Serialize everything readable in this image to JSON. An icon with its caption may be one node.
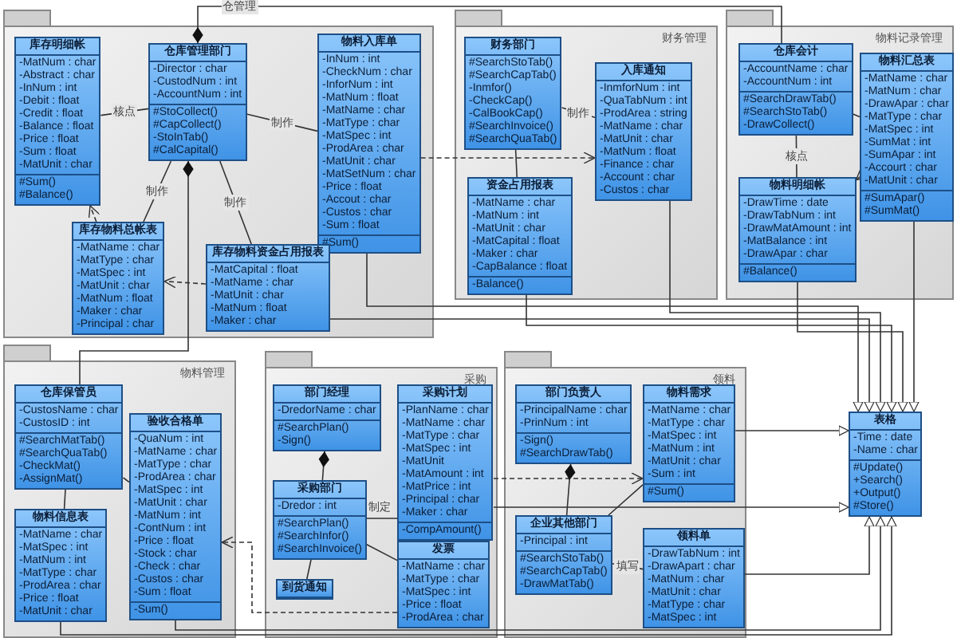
{
  "diagram": {
    "nodes": [
      {
        "text": [],
        "shape": "box"
      },
      {
        "text": [
          "库存明细帐",
          "-MatNum : char -Abstract : char -InNum : int -Debit : float -Credit : float -Balance : float -Price : float -Sum : float -MatUnit : char",
          "#Sum() #Balance()"
        ],
        "in": 0
      },
      {
        "text": [
          "仓库管理部门",
          "-Director : char -CustodNum : int -AccountNum : int",
          "#StoCollect() #CapCollect() -StoInTab() #CalCapital()"
        ],
        "in": 0
      },
      {
        "text": [
          "物料入库单",
          "-InNum : int -CheckNum : char -InforNum : int -MatNum : float -MatName : char -MatType : char -MatSpec : int -ProdArea : char -MatUnit : char -MatSetNum : char -Price : float -Accout : char -Custos : char -Sum : float",
          "#Sum()"
        ],
        "in": 0
      },
      {
        "text": [
          "库存物料总帐表",
          "-MatName : char -MatType : char -MatSpec : int -MatUnit : char -MatNum : float -Maker : char -Principal : char"
        ],
        "in": 0
      },
      {
        "text": [
          "库存物料资金占用报表",
          "-MatCapital : float -MatName : char -MatUnit : char -MatNum : float -Maker : char"
        ],
        "in": 0
      },
      {
        "text": [
          "财务管理"
        ]
      },
      {
        "text": [
          "财务部门",
          "#SearchStoTab() #SearchCapTab() -Inmfor() -CheckCap() -CalBookCap() #SearchInvoice() #SearchQuaTab()"
        ],
        "in": 6
      },
      {
        "text": [
          "入库通知",
          "-InmforNum : int -QuaTabNum : int -ProdArea : string -MatName : char -MatUnit : char -MatNum : float -Finance : char -Account : char -Custos : char"
        ],
        "in": 6
      },
      {
        "text": [
          "资金占用报表",
          "-MatName : char -MatNum : int -MatUnit : char -MatCapital : float -Maker : char -CapBalance : float",
          "-Balance()"
        ],
        "in": 6
      },
      {
        "text": [
          "物料记录管理"
        ]
      },
      {
        "text": [
          "仓库会计",
          "-AccountName : char -AccountNum : int",
          "#SearchDrawTab() #SearchStoTab() -DrawCollect()"
        ],
        "in": 10
      },
      {
        "text": [
          "物料汇总表",
          "-MatName : char -MatNum : char -DrawApar : char -MatType : char -MatSpec : int -SumMat : int -SumApar : int -Accourt : char -MatUnit : char",
          "#SumApar() #SumMat()"
        ],
        "in": 10
      },
      {
        "text": [
          "物料明细帐",
          "-DrawTime : date -DrawTabNum : int -DrawMatAmount : int -MatBalance : int -DrawApar : char",
          "#Balance()"
        ],
        "in": 10
      },
      {
        "text": [
          "物料管理"
        ]
      },
      {
        "text": [
          "仓库保管员",
          "-CustosName : char -CustosID : int",
          "#SearchMatTab() #SearchQuaTab() -CheckMat() -AssignMat()"
        ],
        "in": 14
      },
      {
        "text": [
          "验收合格单",
          "-QuaNum : int -MatName : char -MatType : char -ProdArea : char -MatSpec : int -MatUnit : char -MatNum : int -ContNum : int -Price : float -Stock : char -Check : char -Custos : char -Sum : float",
          "-Sum()"
        ],
        "in": 14
      },
      {
        "text": [
          "物料信息表",
          "-MatName : char -MatSpec : int -MatNum : int -MatType : char -ProdArea : char -Price : float -MatUnit : char"
        ],
        "in": 14
      },
      {
        "text": [
          "采购"
        ]
      },
      {
        "text": [
          "部门经理",
          "-DredorName : char",
          "#SearchPlan() -Sign()"
        ],
        "in": 18
      },
      {
        "text": [
          "采购计划",
          "-PlanName : char -MatName : char -MatType : char -MatSpec : int -MatUnit -MatAmount : int -MatPrice : int -Principal : char -Maker : char",
          "-CompAmount()"
        ],
        "in": 18
      },
      {
        "text": [
          "采购部门",
          "-Dredor : int",
          "#SearchPlan() #SearchInfor() #SearchInvoice()"
        ],
        "in": 18
      },
      {
        "text": [
          "发票",
          "-MatName : char -MatType : char -MatSpec : int -Price : float -ProdArea : char"
        ],
        "in": 18
      },
      {
        "text": [
          "到货通知"
        ],
        "in": 18
      },
      {
        "text": [
          "领料"
        ]
      },
      {
        "text": [
          "部门负责人",
          "-PrincipalName : char -PrinNum : int",
          "-Sign() #SearchDrawTab()"
        ],
        "in": 24
      },
      {
        "text": [
          "物料需求",
          "-MatName : char -MatType : char -MatSpec : int -MatNum : int -MatUnit : char -Sum : int",
          "#Sum()"
        ],
        "in": 24
      },
      {
        "text": [
          "企业其他部门",
          "-Principal : int",
          "#SearchStoTab() #SearchCapTab() -DrawMatTab()"
        ],
        "in": 24
      },
      {
        "text": [
          "领料单",
          "-DrawTabNum : int -DrawApart : char -MatNum : char -MatUnit : char -MatType : char -MatSpec : int"
        ],
        "in": 24
      },
      {
        "text": [
          "表格",
          "-Time : date -Name : char",
          "#Update() +Search() +Output() #Store()"
        ]
      }
    ],
    "edges": [
      {
        "from": 1,
        "to": 2,
        "arrow": "none",
        "label": "核点"
      },
      {
        "from": 2,
        "to": 3,
        "arrow": "none",
        "label": "制作"
      },
      {
        "from": 2,
        "to": 4,
        "arrow": "none",
        "label": "制作"
      },
      {
        "from": 2,
        "to": 5,
        "arrow": "none",
        "label": "制作"
      },
      {
        "from": 4,
        "to": 1,
        "arrow": "to",
        "style": "dashed"
      },
      {
        "from": 5,
        "to": 4,
        "arrow": "to",
        "style": "dashed"
      },
      {
        "from": 2,
        "to": 11,
        "arrow": "other",
        "label": "仓管理"
      },
      {
        "from": 2,
        "to": 15,
        "arrow": "other"
      },
      {
        "from": 7,
        "to": 8,
        "arrow": "none",
        "label": "制作"
      },
      {
        "from": 7,
        "to": 9,
        "arrow": "none"
      },
      {
        "from": 3,
        "to": 8,
        "arrow": "to",
        "style": "dashed"
      },
      {
        "from": 11,
        "to": 12,
        "arrow": "none"
      },
      {
        "from": 11,
        "to": 13,
        "arrow": "none",
        "label": "核点"
      },
      {
        "from": 12,
        "to": 13,
        "arrow": "to",
        "style": "dashed"
      },
      {
        "from": 15,
        "to": 16,
        "arrow": "none"
      },
      {
        "from": 15,
        "to": 17,
        "arrow": "none"
      },
      {
        "from": 22,
        "to": 16,
        "arrow": "to",
        "style": "dashed"
      },
      {
        "from": 19,
        "to": 21,
        "arrow": "other"
      },
      {
        "from": 21,
        "to": 20,
        "arrow": "none",
        "label": "制定"
      },
      {
        "from": 21,
        "to": 22,
        "arrow": "none"
      },
      {
        "from": 21,
        "to": 23,
        "arrow": "none"
      },
      {
        "from": 20,
        "to": 26,
        "arrow": "to",
        "style": "dashed"
      },
      {
        "from": 25,
        "to": 27,
        "arrow": "other"
      },
      {
        "from": 27,
        "to": 26,
        "arrow": "none"
      },
      {
        "from": 27,
        "to": 28,
        "arrow": "none",
        "label": "填写"
      },
      {
        "from": 3,
        "to": 29,
        "arrow": "to"
      },
      {
        "from": 5,
        "to": 29,
        "arrow": "to"
      },
      {
        "from": 8,
        "to": 29,
        "arrow": "to"
      },
      {
        "from": 9,
        "to": 29,
        "arrow": "to"
      },
      {
        "from": 12,
        "to": 29,
        "arrow": "to"
      },
      {
        "from": 13,
        "to": 29,
        "arrow": "to"
      },
      {
        "from": 26,
        "to": 29,
        "arrow": "to"
      },
      {
        "from": 20,
        "to": 29,
        "arrow": "to"
      },
      {
        "from": 28,
        "to": 29,
        "arrow": "to"
      },
      {
        "from": 16,
        "to": 29,
        "arrow": "to"
      },
      {
        "from": 17,
        "to": 29,
        "arrow": "to"
      }
    ]
  }
}
